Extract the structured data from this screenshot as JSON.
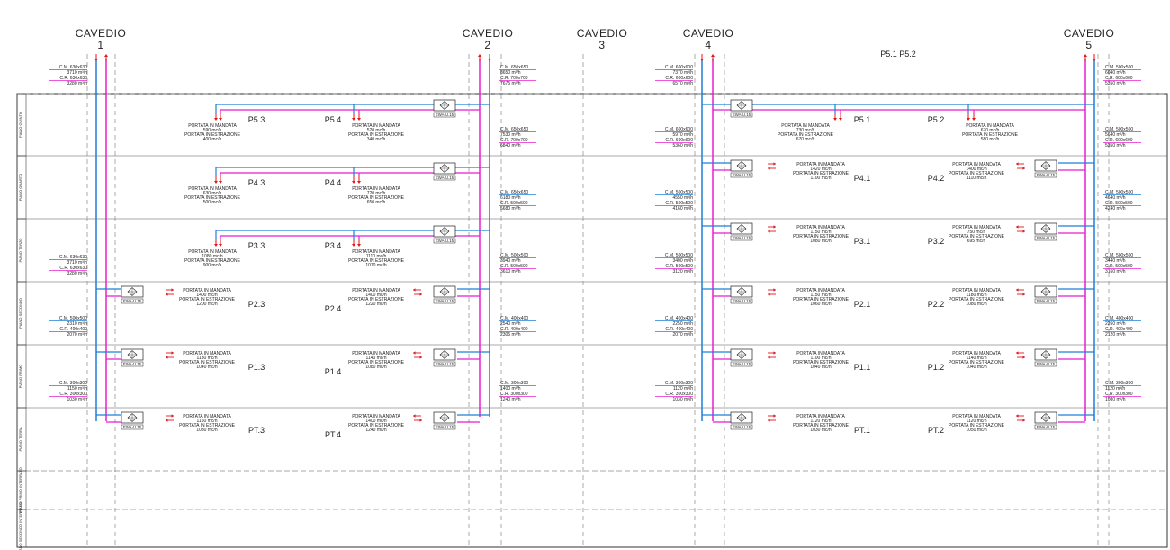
{
  "caveds": [
    {
      "name": "CAVEDIO",
      "num": "1"
    },
    {
      "name": "CAVEDIO",
      "num": "2"
    },
    {
      "name": "CAVEDIO",
      "num": "3"
    },
    {
      "name": "CAVEDIO",
      "num": "4"
    },
    {
      "name": "CAVEDIO",
      "num": "5"
    }
  ],
  "top_note": "P5.1 P5.2",
  "floors": [
    "PIANO QUINTO",
    "PIANO QUARTO",
    "PIANO TERZO",
    "PIANO SECONDO",
    "PIANO PRIMO",
    "PIANO TERRA",
    "PIANO PRIMO INTERRATO",
    "PIANO SECONDO INTERRATO"
  ],
  "unit_tag": "EWA-U.15",
  "flow_text": {
    "supply": "PORTATA IN MANDATA",
    "exhaust": "PORTATA IN ESTRAZIONE"
  },
  "units": [
    {
      "label": "P5.3",
      "mandata": "590 mc/h",
      "estrazione": "400 mc/h"
    },
    {
      "label": "P5.4",
      "mandata": "520 mc/h",
      "estrazione": "340 mc/h"
    },
    {
      "label": "P4.3",
      "mandata": "630 mc/h",
      "estrazione": "500 mc/h"
    },
    {
      "label": "P4.4",
      "mandata": "720 mc/h",
      "estrazione": "650 mc/h"
    },
    {
      "label": "P3.3",
      "mandata": "1080 mc/h",
      "estrazione": "900 mc/h"
    },
    {
      "label": "P3.4",
      "mandata": "1110 mc/h",
      "estrazione": "1070 mc/h"
    },
    {
      "label": "P2.3",
      "mandata": "1400 mc/h",
      "estrazione": "1200 mc/h"
    },
    {
      "label": "P2.4",
      "mandata": "1400 mc/h",
      "estrazione": "1220 mc/h"
    },
    {
      "label": "P1.3",
      "mandata": "1130 mc/h",
      "estrazione": "1040 mc/h"
    },
    {
      "label": "P1.4",
      "mandata": "1140 mc/h",
      "estrazione": "1080 mc/h"
    },
    {
      "label": "PT.3",
      "mandata": "1150 mc/h",
      "estrazione": "1030 mc/h"
    },
    {
      "label": "PT.4",
      "mandata": "1400 mc/h",
      "estrazione": "1240 mc/h"
    },
    {
      "label": "P5.1",
      "mandata": "730 mc/h",
      "estrazione": "670 mc/h"
    },
    {
      "label": "P5.2",
      "mandata": "670 mc/h",
      "estrazione": "580 mc/h"
    },
    {
      "label": "P4.1",
      "mandata": "1420 mc/h",
      "estrazione": "1100 mc/h"
    },
    {
      "label": "P4.2",
      "mandata": "1400 mc/h",
      "estrazione": "1110 mc/h"
    },
    {
      "label": "P3.1",
      "mandata": "1150 mc/h",
      "estrazione": "1080 mc/h"
    },
    {
      "label": "P3.2",
      "mandata": "750 mc/h",
      "estrazione": "695 mc/h"
    },
    {
      "label": "P2.1",
      "mandata": "1150 mc/h",
      "estrazione": "1060 mc/h"
    },
    {
      "label": "P2.2",
      "mandata": "1180 mc/h",
      "estrazione": "1080 mc/h"
    },
    {
      "label": "P1.1",
      "mandata": "1100 mc/h",
      "estrazione": "1040 mc/h"
    },
    {
      "label": "P1.2",
      "mandata": "1140 mc/h",
      "estrazione": "1040 mc/h"
    },
    {
      "label": "PT.1",
      "mandata": "1120 mc/h",
      "estrazione": "1030 mc/h"
    },
    {
      "label": "PT.2",
      "mandata": "1120 mc/h",
      "estrazione": "1050 mc/h"
    }
  ],
  "ducts": [
    {
      "cm": "C.M. 630x630",
      "q1": "3710 m³/h",
      "cr": "C.R. 630x630",
      "q2": "3280 m³/h"
    },
    {
      "cm": "C.M. 630x630",
      "q1": "3710 m³/h",
      "cr": "C.R. 630x630",
      "q2": "3280 m³/h"
    },
    {
      "cm": "C.M. 500x500",
      "q1": "2310 m³/h",
      "cr": "C.R. 400x400",
      "q2": "2070 m³/h"
    },
    {
      "cm": "C.M. 300x300",
      "q1": "1150 m³/h",
      "cr": "C.R. 300x300",
      "q2": "1030 m³/h"
    },
    {
      "cm": "C.M. 650x650",
      "q1": "8650 m³/h",
      "cr": "C.R. 700x700",
      "q2": "7675 m³/h"
    },
    {
      "cm": "C.M. 650x650",
      "q1": "7530 m³/h",
      "cr": "C.R. 700x700",
      "q2": "6840 m³/h"
    },
    {
      "cm": "C.M. 650x650",
      "q1": "6180 m³/h",
      "cr": "C.R. 500x500",
      "q2": "5680 m³/h"
    },
    {
      "cm": "C.M. 500x500",
      "q1": "3940 m³/h",
      "cr": "C.R. 500x500",
      "q2": "3610 m³/h"
    },
    {
      "cm": "C.M. 400x400",
      "q1": "2540 m³/h",
      "cr": "C.R. 400x400",
      "q2": "2305 m³/h"
    },
    {
      "cm": "C.M. 300x300",
      "q1": "1400 m³/h",
      "cr": "C.R. 300x300",
      "q2": "1240 m³/h"
    },
    {
      "cm": "C.M. 600x600",
      "q1": "7370 m³/h",
      "cr": "C.R. 600x600",
      "q2": "6570 m³/h"
    },
    {
      "cm": "C.M. 600x600",
      "q1": "5970 m³/h",
      "cr": "C.R. 600x600",
      "q2": "5360 m³/h"
    },
    {
      "cm": "C.M. 500x500",
      "q1": "4550 m³/h",
      "cr": "C.R. 500x500",
      "q2": "4160 m³/h"
    },
    {
      "cm": "C.M. 500x500",
      "q1": "3400 m³/h",
      "cr": "C.R. 500x500",
      "q2": "3120 m³/h"
    },
    {
      "cm": "C.M. 400x400",
      "q1": "2250 m³/h",
      "cr": "C.R. 400x400",
      "q2": "2070 m³/h"
    },
    {
      "cm": "C.M. 300x300",
      "q1": "1120 m³/h",
      "cr": "C.R. 300x300",
      "q2": "1030 m³/h"
    },
    {
      "cm": "C.M. 500x500",
      "q1": "6040 m³/h",
      "cr": "C.R. 600x600",
      "q2": "5350 m³/h"
    },
    {
      "cm": "C.M. 500x500",
      "q1": "5640 m³/h",
      "cr": "C.R. 600x600",
      "q2": "5350 m³/h"
    },
    {
      "cm": "C.M. 500x500",
      "q1": "4640 m³/h",
      "cr": "C.R. 500x500",
      "q2": "4240 m³/h"
    },
    {
      "cm": "C.M. 500x500",
      "q1": "3440 m³/h",
      "cr": "C.R. 500x500",
      "q2": "3160 m³/h"
    },
    {
      "cm": "C.M. 400x400",
      "q1": "2260 m³/h",
      "cr": "C.R. 400x400",
      "q2": "2120 m³/h"
    },
    {
      "cm": "C.M. 300x300",
      "q1": "1120 m³/h",
      "cr": "C.R. 300x300",
      "q2": "1080 m³/h"
    }
  ],
  "colors": {
    "supply": "#1e7fd6",
    "exhaust": "#e81fd0",
    "arrow": "#e0161b",
    "grid": "#777777"
  }
}
